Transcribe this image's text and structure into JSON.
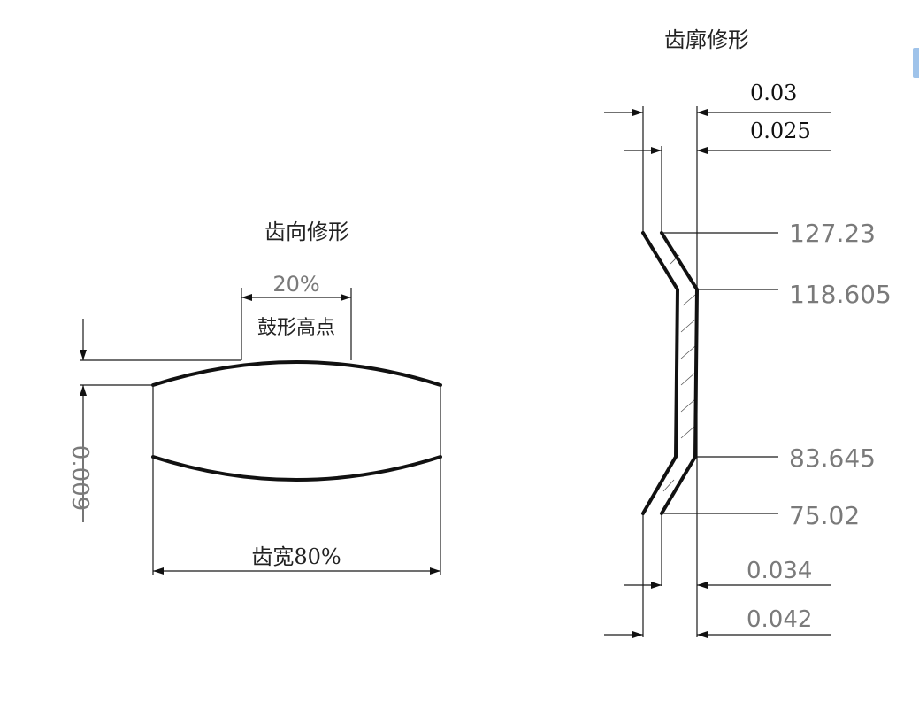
{
  "crown_modification": {
    "title": "齿向修形",
    "top_width": "20%",
    "crown_point": "鼓形高点",
    "crown_amount": "0.009",
    "face_width": "齿宽80%"
  },
  "profile_modification": {
    "title": "齿廓修形",
    "tip_relief_outer": "0.03",
    "tip_relief_inner": "0.025",
    "diameters": [
      "127.23",
      "118.605",
      "83.645",
      "75.02"
    ],
    "root_relief_inner": "0.034",
    "root_relief_outer": "0.042"
  }
}
